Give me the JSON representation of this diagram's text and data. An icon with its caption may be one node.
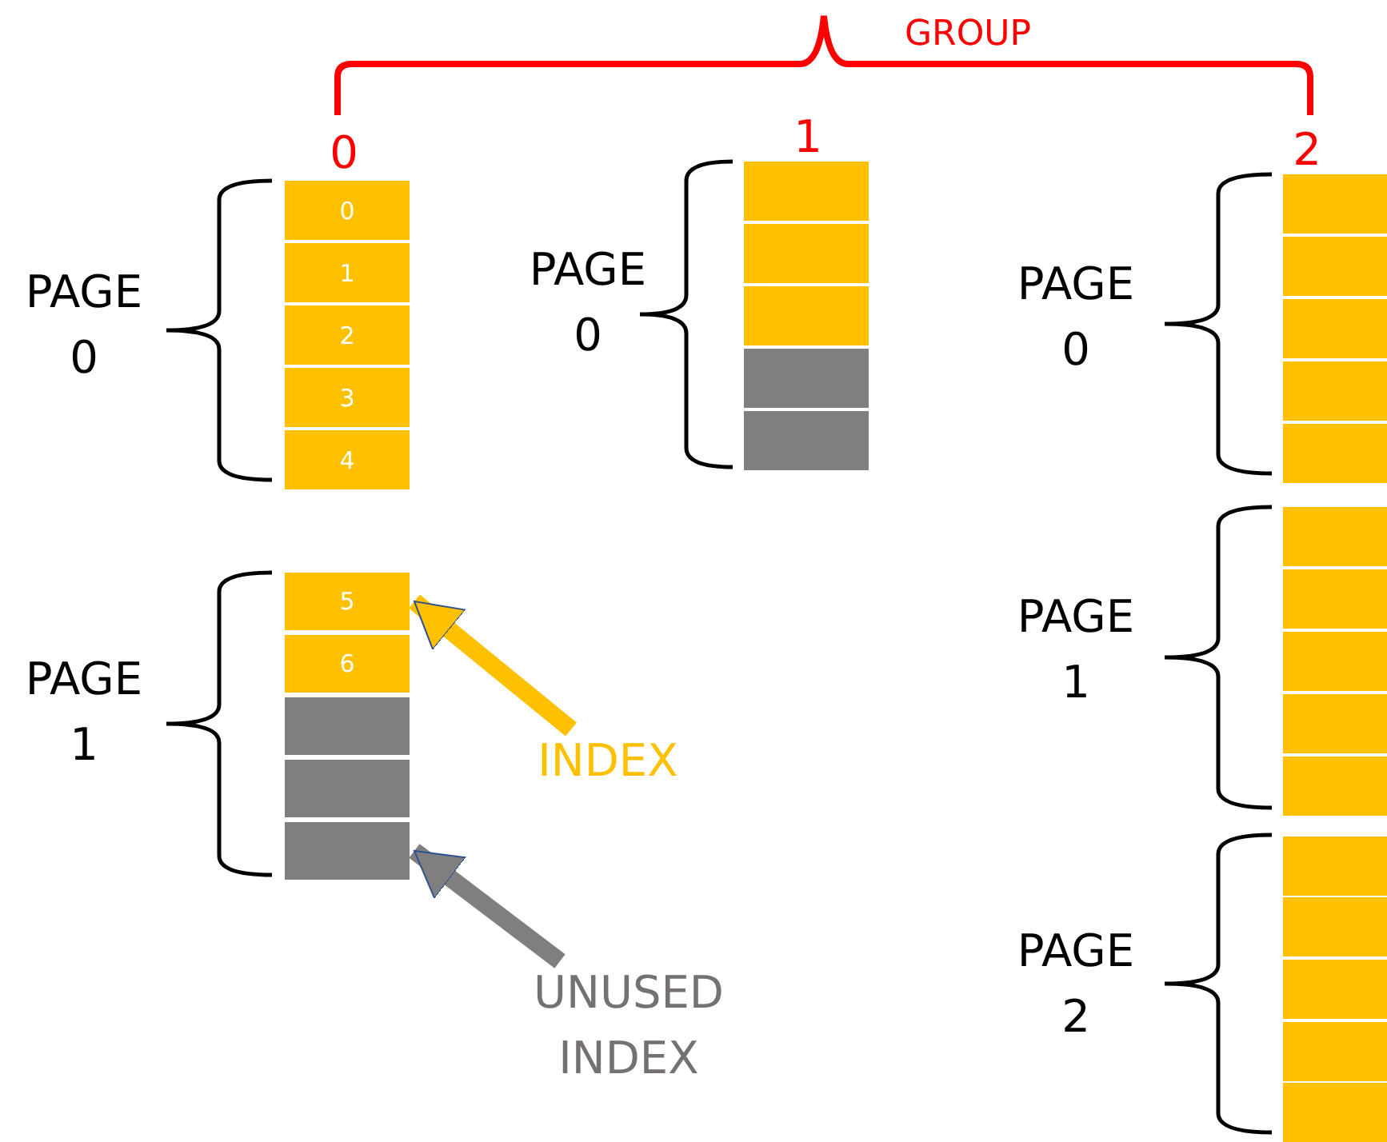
{
  "diagram": {
    "nodes": [
      {
        "text": [
          "0"
        ]
      },
      {
        "text": [
          "1"
        ]
      },
      {
        "text": [
          "2"
        ]
      },
      {
        "text": [
          "3"
        ]
      },
      {
        "text": [
          "4"
        ]
      },
      {
        "text": [
          "5"
        ]
      },
      {
        "text": [
          "6"
        ]
      },
      {
        "text": [],
        "shape": "box"
      },
      {
        "text": [],
        "shape": "box"
      },
      {
        "text": [],
        "shape": "box"
      },
      {
        "text": [],
        "shape": "box"
      },
      {
        "text": [],
        "shape": "box"
      },
      {
        "text": [],
        "shape": "box"
      },
      {
        "text": [],
        "shape": "box"
      },
      {
        "text": [],
        "shape": "box"
      },
      {
        "text": [],
        "shape": "box"
      },
      {
        "text": [],
        "shape": "box"
      },
      {
        "text": [],
        "shape": "box"
      },
      {
        "text": [],
        "shape": "box"
      },
      {
        "text": [],
        "shape": "box"
      },
      {
        "text": [],
        "shape": "box"
      },
      {
        "text": [],
        "shape": "box"
      },
      {
        "text": [],
        "shape": "box"
      },
      {
        "text": [],
        "shape": "box"
      },
      {
        "text": [],
        "shape": "box"
      },
      {
        "text": [],
        "shape": "box"
      },
      {
        "text": [],
        "shape": "box"
      },
      {
        "text": [],
        "shape": "box"
      },
      {
        "text": [],
        "shape": "box"
      },
      {
        "text": [],
        "shape": "box"
      },
      {
        "text": [
          "INDEX"
        ]
      },
      {
        "text": [
          "UNUSED INDEX"
        ]
      }
    ],
    "edges": [
      {
        "from": 30,
        "to": 5,
        "arrow": "to",
        "color": "#ffc000"
      },
      {
        "from": 31,
        "to": 9,
        "arrow": "to",
        "color": "#7f7f7f"
      }
    ],
    "labels": [
      "GROUP",
      "0",
      "1",
      "2",
      "PAGE 0",
      "PAGE 0",
      "PAGE 0",
      "PAGE 1",
      "PAGE 1",
      "PAGE 2"
    ]
  }
}
